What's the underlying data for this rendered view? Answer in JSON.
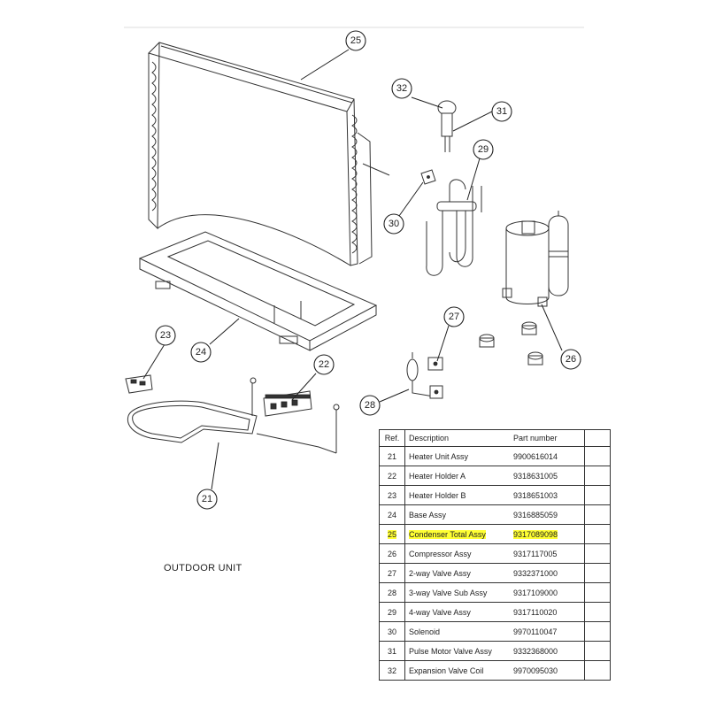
{
  "diagram": {
    "caption": "OUTDOOR UNIT",
    "callouts": [
      "25",
      "32",
      "31",
      "29",
      "30",
      "23",
      "24",
      "22",
      "27",
      "28",
      "26",
      "21"
    ]
  },
  "table": {
    "headers": {
      "ref": "Ref.",
      "description": "Description",
      "part_number": "Part number"
    },
    "rows": [
      {
        "ref": "21",
        "description": "Heater Unit Assy",
        "part_number": "9900616014"
      },
      {
        "ref": "22",
        "description": "Heater Holder A",
        "part_number": "9318631005"
      },
      {
        "ref": "23",
        "description": "Heater Holder B",
        "part_number": "9318651003"
      },
      {
        "ref": "24",
        "description": "Base Assy",
        "part_number": "9316885059"
      },
      {
        "ref": "25",
        "description": "Condenser Total Assy",
        "part_number": "9317089098"
      },
      {
        "ref": "26",
        "description": "Compressor Assy",
        "part_number": "9317117005"
      },
      {
        "ref": "27",
        "description": "2-way Valve Assy",
        "part_number": "9332371000"
      },
      {
        "ref": "28",
        "description": "3-way Valve Sub Assy",
        "part_number": "9317109000"
      },
      {
        "ref": "29",
        "description": "4-way Valve Assy",
        "part_number": "9317110020"
      },
      {
        "ref": "30",
        "description": "Solenoid",
        "part_number": "9970110047"
      },
      {
        "ref": "31",
        "description": "Pulse Motor Valve Assy",
        "part_number": "9332368000"
      },
      {
        "ref": "32",
        "description": "Expansion Valve Coil",
        "part_number": "9970095030"
      }
    ],
    "highlight_color": "#ffff33"
  }
}
